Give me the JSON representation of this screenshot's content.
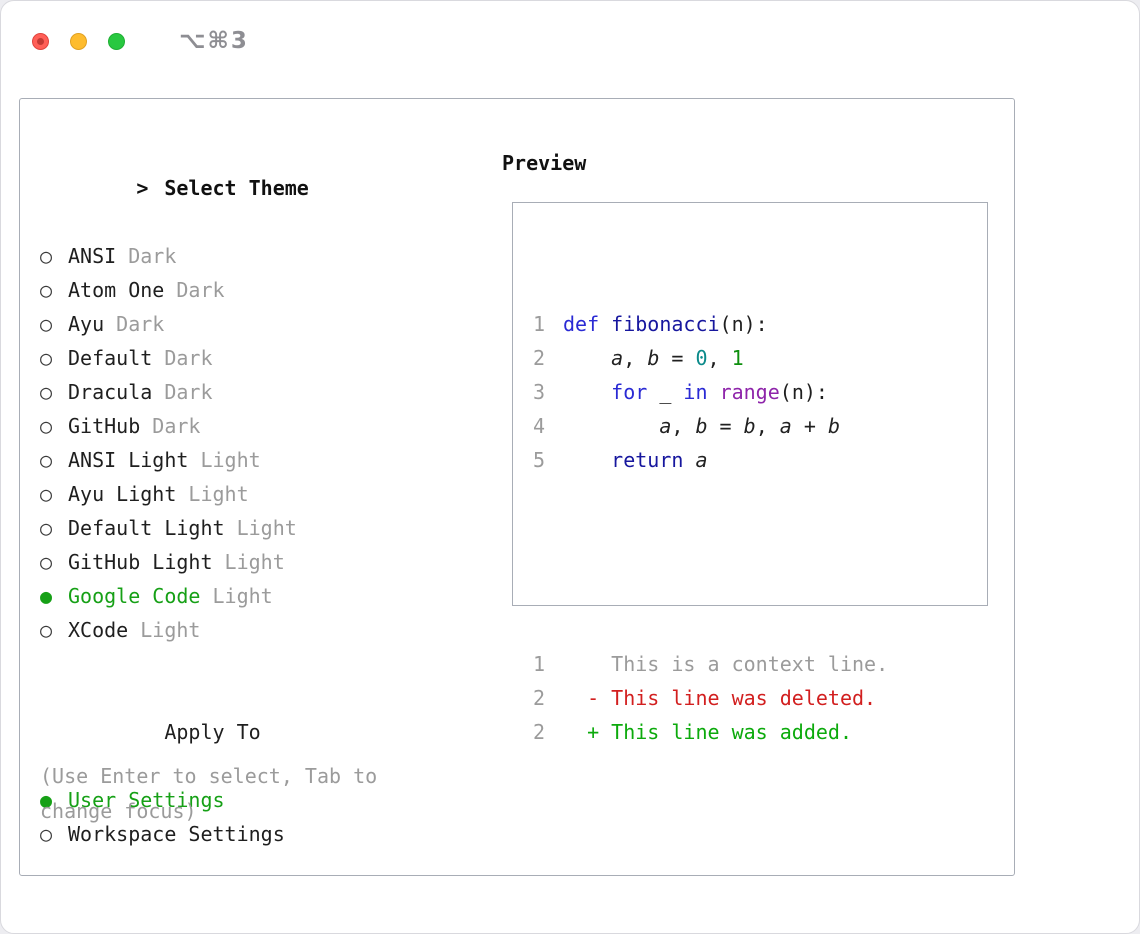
{
  "window": {
    "title": "⌥⌘3"
  },
  "colors": {
    "selected": "#16a016",
    "muted": "#9b9b9b",
    "deleted": "#d21f1f",
    "added": "#0caa0c",
    "keyword": "#2a2ad4",
    "keyword2": "#17179e",
    "function": "#17179e",
    "number_teal": "#0b8a8a",
    "number_green": "#0e8f0e",
    "type_purple": "#8e24aa",
    "traffic_red": "#ff5f57",
    "traffic_yellow": "#febc2e",
    "traffic_green": "#28c840"
  },
  "selector": {
    "prompt": ">",
    "header": "Select Theme",
    "radio_empty": "○",
    "radio_filled": "●",
    "themes": [
      {
        "name": "ANSI",
        "variant": "Dark",
        "selected": false
      },
      {
        "name": "Atom One",
        "variant": "Dark",
        "selected": false
      },
      {
        "name": "Ayu",
        "variant": "Dark",
        "selected": false
      },
      {
        "name": "Default",
        "variant": "Dark",
        "selected": false
      },
      {
        "name": "Dracula",
        "variant": "Dark",
        "selected": false
      },
      {
        "name": "GitHub",
        "variant": "Dark",
        "selected": false
      },
      {
        "name": "ANSI Light",
        "variant": "Light",
        "selected": false
      },
      {
        "name": "Ayu Light",
        "variant": "Light",
        "selected": false
      },
      {
        "name": "Default Light",
        "variant": "Light",
        "selected": false
      },
      {
        "name": "GitHub Light",
        "variant": "Light",
        "selected": false
      },
      {
        "name": "Google Code",
        "variant": "Light",
        "selected": true
      },
      {
        "name": "XCode",
        "variant": "Light",
        "selected": false
      }
    ]
  },
  "apply_to": {
    "header": "Apply To",
    "options": [
      {
        "label": "User Settings",
        "selected": true
      },
      {
        "label": "Workspace Settings",
        "selected": false
      }
    ]
  },
  "hint": {
    "line1": "(Use Enter to select, Tab to",
    "line2": "change focus)"
  },
  "preview": {
    "header": "Preview",
    "code_lines": [
      {
        "num": "1",
        "tokens": [
          {
            "t": "def",
            "c": "kw"
          },
          {
            "t": " ",
            "c": "pl"
          },
          {
            "t": "fibonacci",
            "c": "fn"
          },
          {
            "t": "(n):",
            "c": "pl"
          }
        ]
      },
      {
        "num": "2",
        "tokens": [
          {
            "t": "    ",
            "c": "pl"
          },
          {
            "t": "a",
            "c": "va"
          },
          {
            "t": ", ",
            "c": "pl"
          },
          {
            "t": "b",
            "c": "va"
          },
          {
            "t": " = ",
            "c": "pl"
          },
          {
            "t": "0",
            "c": "nt"
          },
          {
            "t": ", ",
            "c": "pl"
          },
          {
            "t": "1",
            "c": "ng"
          }
        ]
      },
      {
        "num": "3",
        "tokens": [
          {
            "t": "    ",
            "c": "pl"
          },
          {
            "t": "for",
            "c": "kw"
          },
          {
            "t": " _ ",
            "c": "pl"
          },
          {
            "t": "in",
            "c": "kw"
          },
          {
            "t": " ",
            "c": "pl"
          },
          {
            "t": "range",
            "c": "ty"
          },
          {
            "t": "(n):",
            "c": "pl"
          }
        ]
      },
      {
        "num": "4",
        "tokens": [
          {
            "t": "        ",
            "c": "pl"
          },
          {
            "t": "a",
            "c": "va"
          },
          {
            "t": ", ",
            "c": "pl"
          },
          {
            "t": "b",
            "c": "va"
          },
          {
            "t": " = ",
            "c": "pl"
          },
          {
            "t": "b",
            "c": "va"
          },
          {
            "t": ", ",
            "c": "pl"
          },
          {
            "t": "a",
            "c": "va"
          },
          {
            "t": " + ",
            "c": "pl"
          },
          {
            "t": "b",
            "c": "va"
          }
        ]
      },
      {
        "num": "5",
        "tokens": [
          {
            "t": "    ",
            "c": "pl"
          },
          {
            "t": "return",
            "c": "kw2"
          },
          {
            "t": " ",
            "c": "pl"
          },
          {
            "t": "a",
            "c": "va"
          }
        ]
      }
    ],
    "diff_lines": [
      {
        "num": "1",
        "text": "    This is a context line.",
        "kind": "ctx"
      },
      {
        "num": "2",
        "text": "  - This line was deleted.",
        "kind": "del"
      },
      {
        "num": "2",
        "text": "  + This line was added.",
        "kind": "add"
      }
    ]
  }
}
